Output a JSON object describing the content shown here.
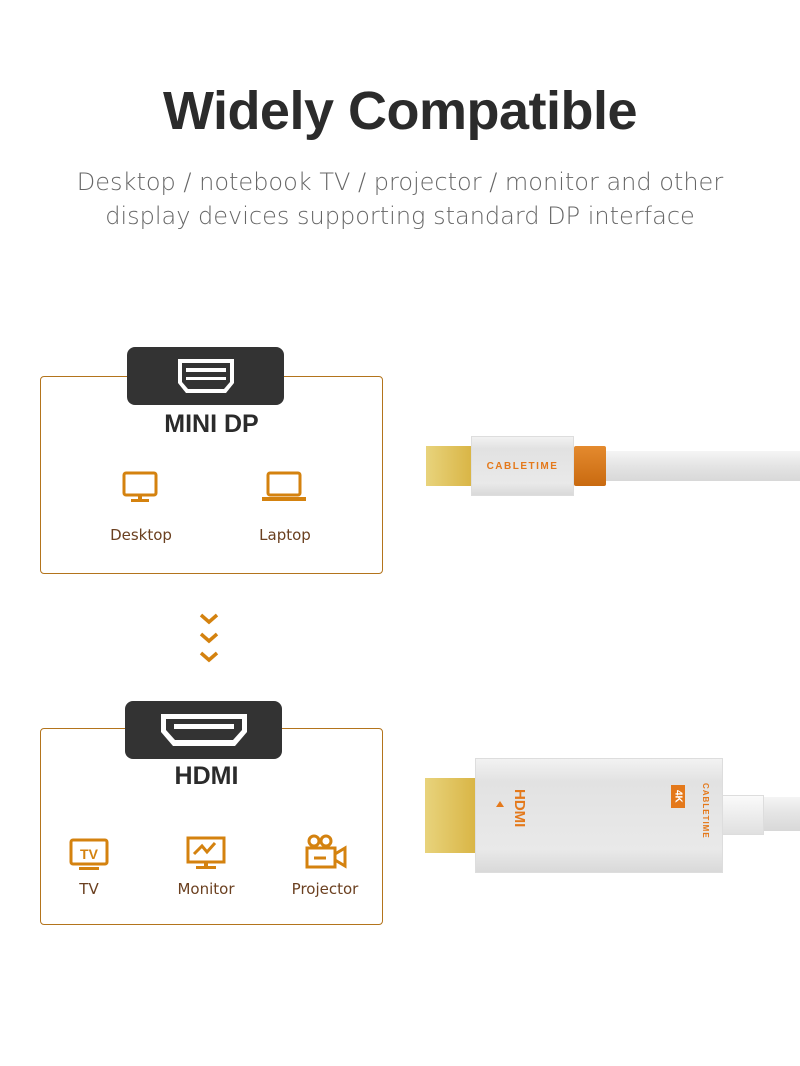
{
  "header": {
    "title": "Widely Compatible",
    "subtitle_line1": "Desktop / notebook TV / projector / monitor and other",
    "subtitle_line2": "display devices supporting standard DP interface"
  },
  "source": {
    "heading": "MINI DP",
    "devices": [
      {
        "label": "Desktop",
        "icon": "desktop-icon"
      },
      {
        "label": "Laptop",
        "icon": "laptop-icon"
      }
    ]
  },
  "target": {
    "heading": "HDMI",
    "devices": [
      {
        "label": "TV",
        "icon": "tv-icon"
      },
      {
        "label": "Monitor",
        "icon": "monitor-icon"
      },
      {
        "label": "Projector",
        "icon": "projector-icon"
      }
    ]
  },
  "product": {
    "brand": "CABLETIME",
    "hdmi_logo": "HDMI",
    "badge": "4K"
  },
  "colors": {
    "accent": "#d4820f",
    "border": "#b3741c",
    "dark": "#333333"
  }
}
